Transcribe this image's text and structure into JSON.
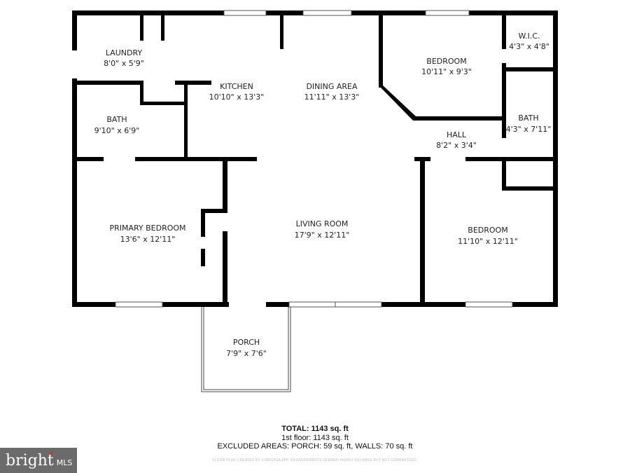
{
  "rooms": [
    {
      "name": "LAUNDRY",
      "dims": "8'0\" x 5'9\""
    },
    {
      "name": "KITCHEN",
      "dims": "10'10\" x 13'3\""
    },
    {
      "name": "DINING AREA",
      "dims": "11'11\" x 13'3\""
    },
    {
      "name": "BEDROOM",
      "dims": "10'11\" x 9'3\""
    },
    {
      "name": "W.I.C.",
      "dims": "4'3\" x 4'8\""
    },
    {
      "name": "BATH",
      "dims": "9'10\" x 6'9\""
    },
    {
      "name": "HALL",
      "dims": "8'2\" x 3'4\""
    },
    {
      "name": "BATH",
      "dims": "4'3\" x 7'11\""
    },
    {
      "name": "PRIMARY BEDROOM",
      "dims": "13'6\" x 12'11\""
    },
    {
      "name": "LIVING ROOM",
      "dims": "17'9\" x 12'11\""
    },
    {
      "name": "BEDROOM",
      "dims": "11'10\" x 12'11\""
    },
    {
      "name": "PORCH",
      "dims": "7'9\" x 7'6\""
    }
  ],
  "summary": {
    "total": "TOTAL: 1143 sq. ft",
    "floor1": "1st floor: 1143 sq. ft",
    "excluded": "EXCLUDED AREAS: PORCH: 59 sq. ft, WALLS: 70 sq. ft",
    "disclaimer": "FLOOR PLAN CREATED BY CUBICASA APP. MEASUREMENTS DEEMED HIGHLY RELIABLE BUT NOT GUARANTEED."
  },
  "logo": {
    "text": "bright MLS",
    "brand": "bright",
    "suffix": "MLS",
    "bg": "#6b6b6b",
    "accent": "#c0392b"
  }
}
